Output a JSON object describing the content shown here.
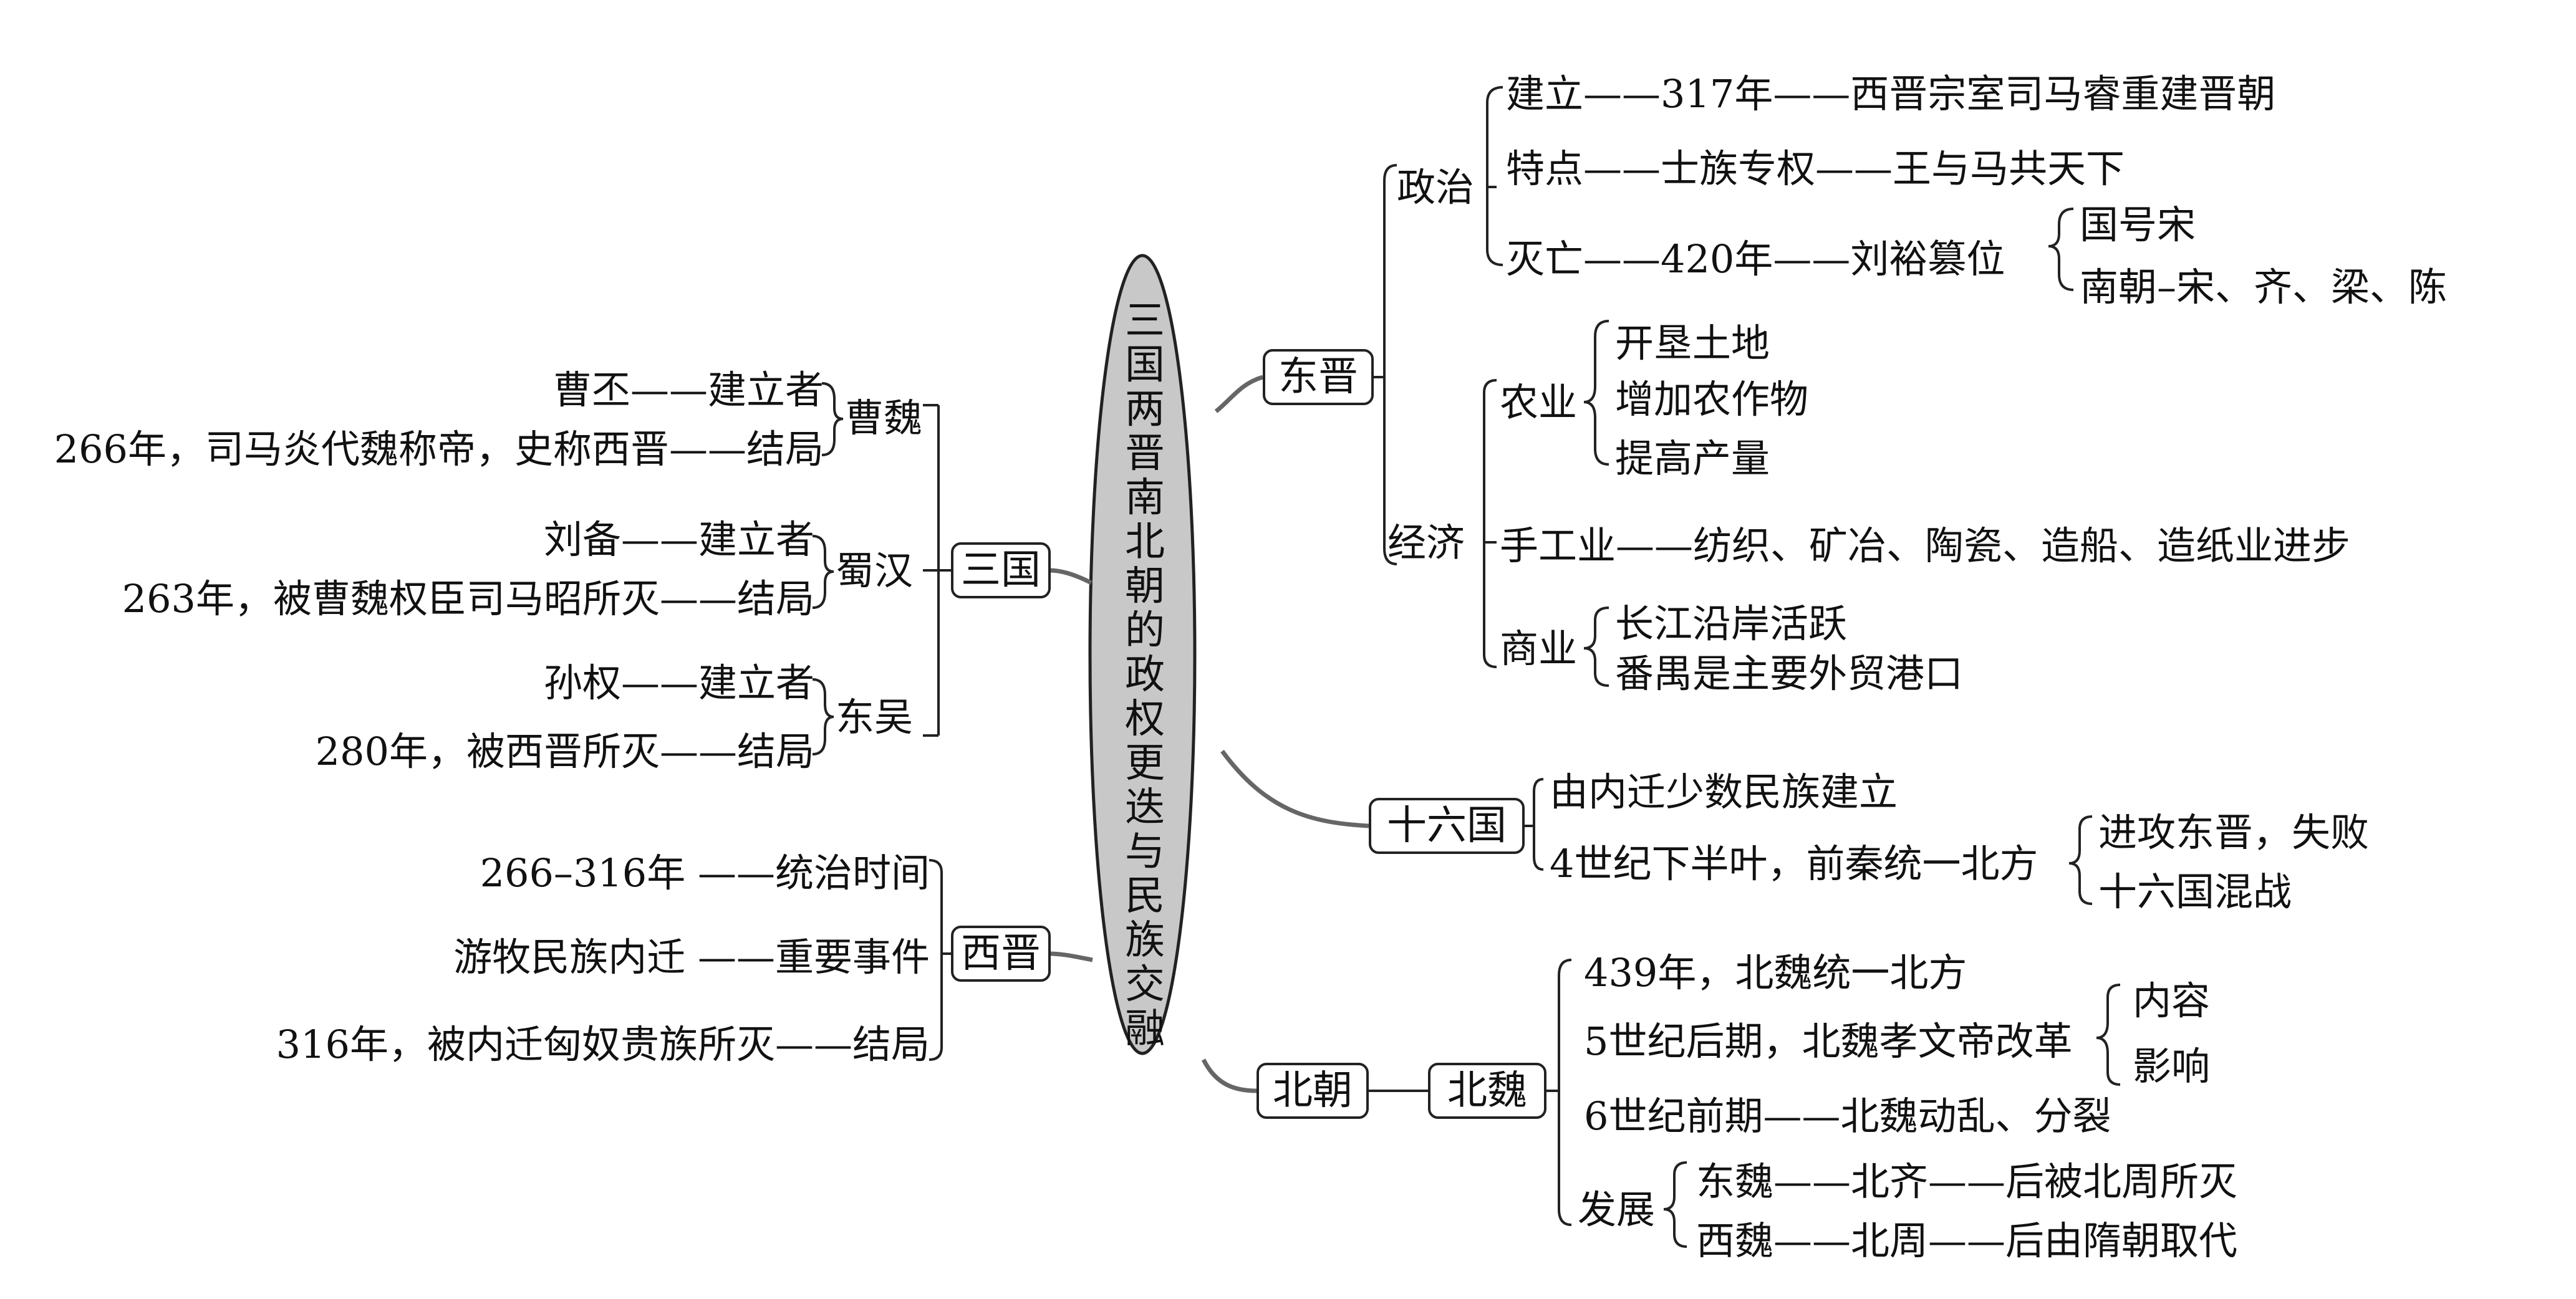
{
  "center": {
    "title_chars": [
      "三",
      "国",
      "两",
      "晋",
      "南",
      "北",
      "朝",
      "的",
      "政",
      "权",
      "更",
      "迭",
      "与",
      "民",
      "族",
      "交",
      "融"
    ]
  },
  "three_kingdoms": {
    "label": "三国",
    "caowei": {
      "name": "曹魏",
      "founder_person": "曹丕",
      "founder_role": "建立者",
      "end_event": "266年，司马炎代魏称帝，史称西晋",
      "end_role": "结局"
    },
    "shuhan": {
      "name": "蜀汉",
      "founder_person": "刘备",
      "founder_role": "建立者",
      "end_event": "263年，被曹魏权臣司马昭所灭",
      "end_role": "结局"
    },
    "dongwu": {
      "name": "东吴",
      "founder_person": "孙权",
      "founder_role": "建立者",
      "end_event": "280年，被西晋所灭",
      "end_role": "结局"
    }
  },
  "western_jin": {
    "label": "西晋",
    "rule_period": "266–316年",
    "rule_role": "统治时间",
    "event": "游牧民族内迁",
    "event_role": "重要事件",
    "end_event": "316年，被内迁匈奴贵族所灭",
    "end_role": "结局"
  },
  "eastern_jin": {
    "label": "东晋",
    "politics": {
      "label": "政治",
      "founding": {
        "key": "建立",
        "year": "317年",
        "desc": "西晋宗室司马睿重建晋朝"
      },
      "feature": {
        "key": "特点",
        "value": "士族专权",
        "desc": "王与马共天下"
      },
      "fall": {
        "key": "灭亡",
        "year": "420年",
        "desc": "刘裕篡位",
        "results": [
          "国号宋",
          "南朝–宋、齐、梁、陈"
        ]
      }
    },
    "economy": {
      "label": "经济",
      "agriculture": {
        "label": "农业",
        "items": [
          "开垦土地",
          "增加农作物",
          "提高产量"
        ]
      },
      "handicraft": {
        "label": "手工业",
        "desc": "纺织、矿冶、陶瓷、造船、造纸业进步"
      },
      "commerce": {
        "label": "商业",
        "items": [
          "长江沿岸活跃",
          "番禺是主要外贸港口"
        ]
      }
    }
  },
  "sixteen_kingdoms": {
    "label": "十六国",
    "line1": "由内迁少数民族建立",
    "line2": "4世纪下半叶，前秦统一北方",
    "results": [
      "进攻东晋，失败",
      "十六国混战"
    ]
  },
  "northern_dynasties": {
    "label": "北朝",
    "northern_wei": {
      "label": "北魏",
      "event1": "439年，北魏统一北方",
      "event2": "5世纪后期，北魏孝文帝改革",
      "reform_items": [
        "内容",
        "影响"
      ],
      "event3_period": "6世纪前期",
      "event3_desc": "北魏动乱、分裂",
      "development": {
        "label": "发展",
        "east": {
          "a": "东魏",
          "b": "北齐",
          "c": "后被北周所灭"
        },
        "west": {
          "a": "西魏",
          "b": "北周",
          "c": "后由隋朝取代"
        }
      }
    }
  }
}
